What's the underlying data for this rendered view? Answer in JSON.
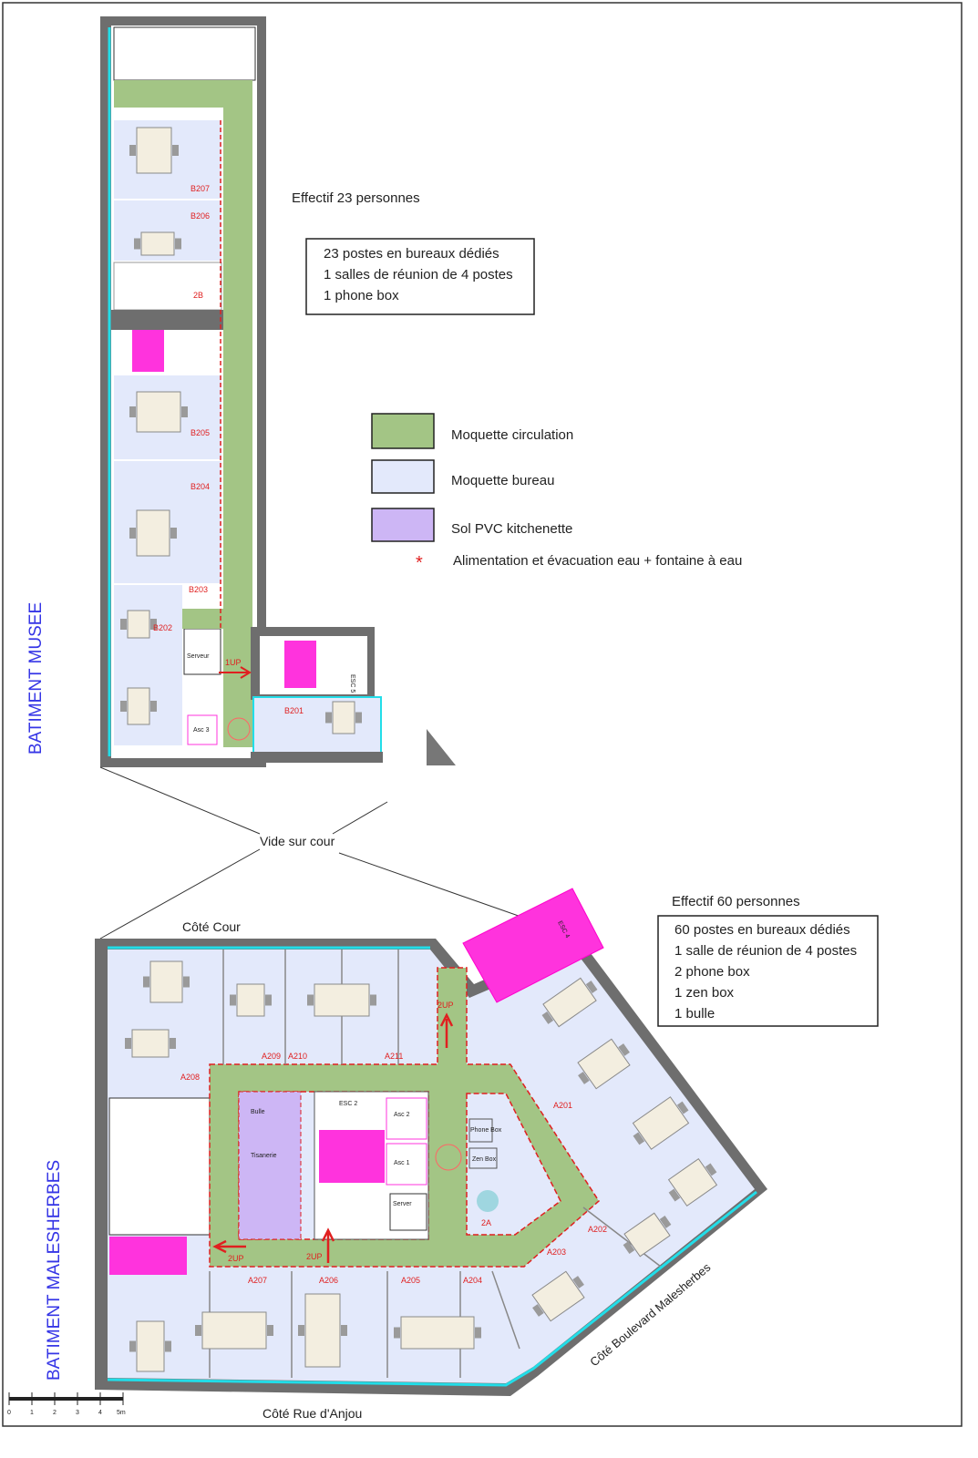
{
  "colors": {
    "circulation": "#a3c585",
    "office": "#e3e9fb",
    "kitchenette": "#cdb6f5",
    "stairs": "#ff33dd",
    "wall": "#6e6e6e",
    "glass": "#22dde8",
    "label_red": "#e02020",
    "building_blue": "#3535e6"
  },
  "buildings": {
    "musee": {
      "name": "BATIMENT MUSEE",
      "headcount": "Effectif 23 personnes",
      "summary": [
        "23 postes en bureaux dédiés",
        "1 salles de réunion de 4 postes",
        "1 phone box"
      ],
      "rooms": [
        "B207",
        "B206",
        "2B",
        "B205",
        "B204",
        "B203",
        "B202",
        "B201",
        "Serveur",
        "Asc 3",
        "ESC 5",
        "1UP"
      ]
    },
    "malesherbes": {
      "name": "BATIMENT MALESHERBES",
      "headcount": "Effectif 60 personnes",
      "summary": [
        "60 postes en bureaux dédiés",
        "1 salle de réunion de 4 postes",
        "2 phone box",
        "1 zen box",
        "1 bulle"
      ],
      "rooms": [
        "A208",
        "A209",
        "A210",
        "A211",
        "A201",
        "A202",
        "A203",
        "A204",
        "A205",
        "A206",
        "A207",
        "ESC 2",
        "Asc 2",
        "Asc 1",
        "Server",
        "Bulle",
        "Tisanerie",
        "Phone Box",
        "Zen Box",
        "2A",
        "2UP",
        "2UP",
        "2UP",
        "ESC 4"
      ]
    }
  },
  "legend": [
    {
      "label": "Moquette circulation",
      "color": "#a3c585"
    },
    {
      "label": "Moquette bureau",
      "color": "#e3e9fb"
    },
    {
      "label": "Sol PVC kitchenette",
      "color": "#cdb6f5"
    }
  ],
  "legend_marker": {
    "symbol": "*",
    "label": "Alimentation et évacuation eau + fontaine à eau"
  },
  "annotations": {
    "courtyard": "Vide sur cour",
    "cote_cour": "Côté Cour",
    "cote_anjou": "Côté Rue d'Anjou",
    "cote_malesherbes": "Côté Boulevard Malesherbes"
  },
  "scale": {
    "ticks": [
      "0",
      "1",
      "2",
      "3",
      "4",
      "5m"
    ]
  }
}
